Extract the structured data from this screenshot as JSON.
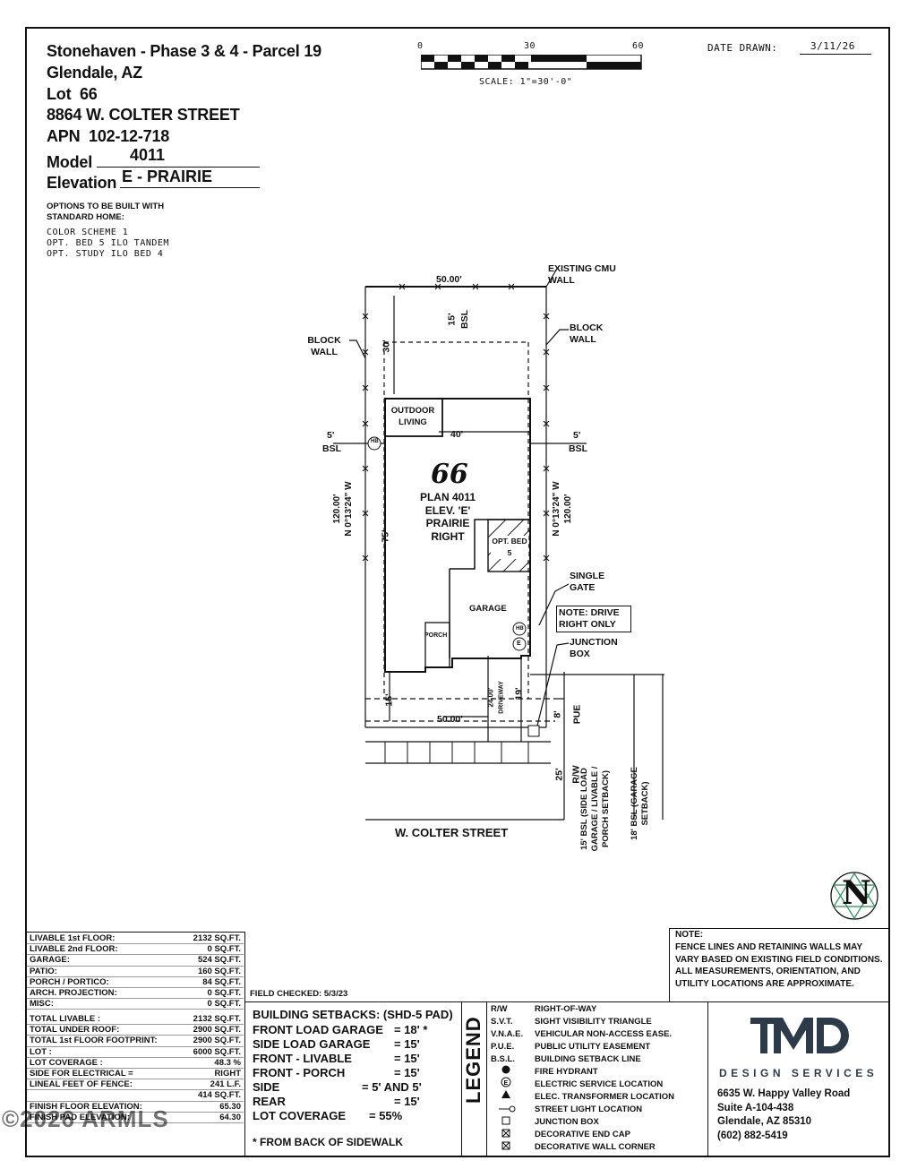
{
  "header": {
    "project": "Stonehaven - Phase 3 & 4 - Parcel 19",
    "city": "Glendale, AZ",
    "lot_label": "Lot",
    "lot": "66",
    "address": "8864 W. COLTER STREET",
    "apn_label": "APN",
    "apn": "102-12-718",
    "model_label": "Model",
    "model": "4011",
    "elevation_label": "Elevation",
    "elevation": "E - PRAIRIE",
    "options_heading": "OPTIONS TO BE BUILT WITH STANDARD HOME:",
    "options": [
      "COLOR SCHEME 1",
      "OPT. BED 5 ILO TANDEM",
      "OPT. STUDY ILO BED 4"
    ]
  },
  "scale": {
    "ticks": [
      "0",
      "30",
      "60"
    ],
    "label": "SCALE: 1\"=30'-0\""
  },
  "date": {
    "label": "DATE DRAWN:",
    "value": "3/11/26"
  },
  "plan": {
    "top_width": "50.00'",
    "bottom_width": "50.00'",
    "rear_bsl": "15'",
    "rear_bsl_tag": "BSL",
    "rear_dim": "30'",
    "existing_wall": "EXISTING CMU WALL",
    "block_wall_left": "BLOCK WALL",
    "block_wall_right": "BLOCK WALL",
    "outdoor_living": "OUTDOOR LIVING",
    "house_width": "40'",
    "side_bsl_left": "5'",
    "side_bsl_left_tag": "BSL",
    "side_bsl_right": "5'",
    "side_bsl_right_tag": "BSL",
    "lot_number": "66",
    "plan_text": [
      "PLAN 4011",
      "ELEV. 'E'",
      "PRAIRIE",
      "RIGHT"
    ],
    "opt_bed": "OPT. BED 5",
    "left_bearing": "N 0°13'24\" W",
    "left_length": "120.00'",
    "right_bearing": "N 0°13'24\" W",
    "right_length": "120.00'",
    "house_depth": "75'",
    "garage": "GARAGE",
    "porch": "PORCH",
    "single_gate": "SINGLE GATE",
    "drive_note": "NOTE: DRIVE RIGHT ONLY",
    "junction_box": "JUNCTION BOX",
    "front_setback": "15'",
    "driveway_len": "24.00'",
    "driveway": "DRIVEWAY",
    "garage_setback": "19'",
    "pue_dim": "8'",
    "pue": "PUE",
    "rw_dim": "25'",
    "rw": "R/W",
    "bsl_side_load": "15' BSL (SIDE LOAD GARAGE / LIVABLE / PORCH SETBACK)",
    "bsl_garage": "18' BSL (GARAGE SETBACK)",
    "street": "W. COLTER STREET",
    "hb": "HB",
    "e": "E",
    "north": "N"
  },
  "note": {
    "heading": "NOTE:",
    "body": "FENCE LINES AND RETAINING WALLS MAY VARY BASED ON EXISTING FIELD CONDITIONS. ALL MEASUREMENTS, ORIENTATION, AND UTILITY LOCATIONS ARE APPROXIMATE."
  },
  "areas": [
    {
      "label": "LIVABLE 1st FLOOR:",
      "value": "2132 SQ.FT."
    },
    {
      "label": "LIVABLE 2nd FLOOR:",
      "value": "0 SQ.FT."
    },
    {
      "label": "GARAGE:",
      "value": "524 SQ.FT."
    },
    {
      "label": "PATIO:",
      "value": "160 SQ.FT."
    },
    {
      "label": "PORCH / PORTICO:",
      "value": "84 SQ.FT."
    },
    {
      "label": "ARCH. PROJECTION:",
      "value": "0 SQ.FT."
    },
    {
      "label": "MISC:",
      "value": "0 SQ.FT."
    }
  ],
  "totals": [
    {
      "label": "TOTAL LIVABLE :",
      "value": "2132 SQ.FT."
    },
    {
      "label": "TOTAL UNDER ROOF:",
      "value": "2900 SQ.FT."
    },
    {
      "label": "TOTAL 1st FLOOR FOOTPRINT:",
      "value": "2900 SQ.FT."
    },
    {
      "label": "LOT :",
      "value": "6000 SQ.FT."
    },
    {
      "label": "LOT COVERAGE :",
      "value": "48.3 %"
    },
    {
      "label": "SIDE FOR ELECTRICAL =",
      "value": "RIGHT"
    },
    {
      "label": "LINEAL FEET OF FENCE:",
      "value": "241 L.F."
    },
    {
      "label": "",
      "value": "414 SQ.FT."
    },
    {
      "label": "FINISH FLOOR ELEVATION:",
      "value": "65.30"
    },
    {
      "label": "FINISH PAD ELEVATION:",
      "value": "64.30"
    }
  ],
  "watermark": "©2026 ARMLS",
  "field_checked": "FIELD CHECKED: 5/3/23",
  "setbacks": {
    "heading": "BUILDING SETBACKS: (SHD-5 PAD)",
    "rows": [
      {
        "label": "FRONT LOAD GARAGE",
        "value": "= 18' *"
      },
      {
        "label": "SIDE LOAD GARAGE",
        "value": "= 15'"
      },
      {
        "label": "FRONT - LIVABLE",
        "value": "= 15'"
      },
      {
        "label": "FRONT - PORCH",
        "value": "= 15'"
      },
      {
        "label": "SIDE",
        "value": "= 5' AND 5'"
      },
      {
        "label": "REAR",
        "value": "= 15'"
      },
      {
        "label": "LOT COVERAGE",
        "value": "= 55%"
      }
    ],
    "footnote": "* FROM BACK OF SIDEWALK"
  },
  "legend": {
    "title": "LEGEND",
    "items": [
      {
        "key": "R/W",
        "desc": "RIGHT-OF-WAY"
      },
      {
        "key": "S.V.T.",
        "desc": "SIGHT VISIBILITY TRIANGLE"
      },
      {
        "key": "V.N.A.E.",
        "desc": "VEHICULAR NON-ACCESS EASE."
      },
      {
        "key": "P.U.E.",
        "desc": "PUBLIC UTILITY EASEMENT"
      },
      {
        "key": "B.S.L.",
        "desc": "BUILDING SETBACK LINE"
      },
      {
        "key": "",
        "desc": "FIRE HYDRANT"
      },
      {
        "key": "",
        "desc": "ELECTRIC SERVICE LOCATION"
      },
      {
        "key": "",
        "desc": "ELEC. TRANSFORMER LOCATION"
      },
      {
        "key": "",
        "desc": "STREET LIGHT LOCATION"
      },
      {
        "key": "",
        "desc": "JUNCTION BOX"
      },
      {
        "key": "",
        "desc": "DECORATIVE END CAP"
      },
      {
        "key": "",
        "desc": "DECORATIVE WALL CORNER"
      }
    ]
  },
  "company": {
    "logo": "TMD",
    "tagline": "DESIGN SERVICES",
    "address1": "6635 W. Happy Valley Road",
    "address2": "Suite A-104-438",
    "address3": "Glendale, AZ 85310",
    "phone": "(602) 882-5419"
  },
  "colors": {
    "ink": "#111111",
    "logo": "#2d3a4a",
    "north_green": "#2e8b57"
  }
}
